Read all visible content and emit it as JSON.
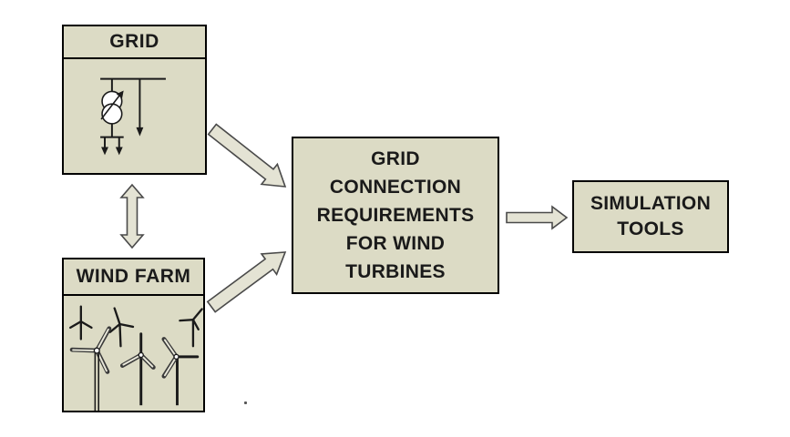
{
  "diagram": {
    "colors": {
      "background": "#ffffff",
      "box_fill": "#dcdbc5",
      "box_border": "#000000",
      "arrow_fill": "#e4e3d4",
      "arrow_outline": "#4a4a4a",
      "text": "#1a1a1a",
      "symbol_stroke": "#1a1a1a"
    },
    "nodes": {
      "grid": {
        "label": "GRID"
      },
      "wind_farm": {
        "label": "WIND FARM"
      },
      "requirements": {
        "lines": [
          "GRID",
          "CONNECTION",
          "REQUIREMENTS",
          "FOR WIND",
          "TURBINES"
        ]
      },
      "simulation_tools": {
        "lines": [
          "SIMULATION",
          "TOOLS"
        ]
      }
    },
    "icons": {
      "grid_symbol": "power-grid-single-line-schematic",
      "wind_farm_symbol": "wind-turbines"
    },
    "connections": [
      {
        "from": "grid",
        "to": "wind_farm",
        "type": "bidirectional"
      },
      {
        "from": "grid",
        "to": "requirements",
        "type": "one-way"
      },
      {
        "from": "wind_farm",
        "to": "requirements",
        "type": "one-way"
      },
      {
        "from": "requirements",
        "to": "simulation_tools",
        "type": "one-way"
      }
    ]
  }
}
